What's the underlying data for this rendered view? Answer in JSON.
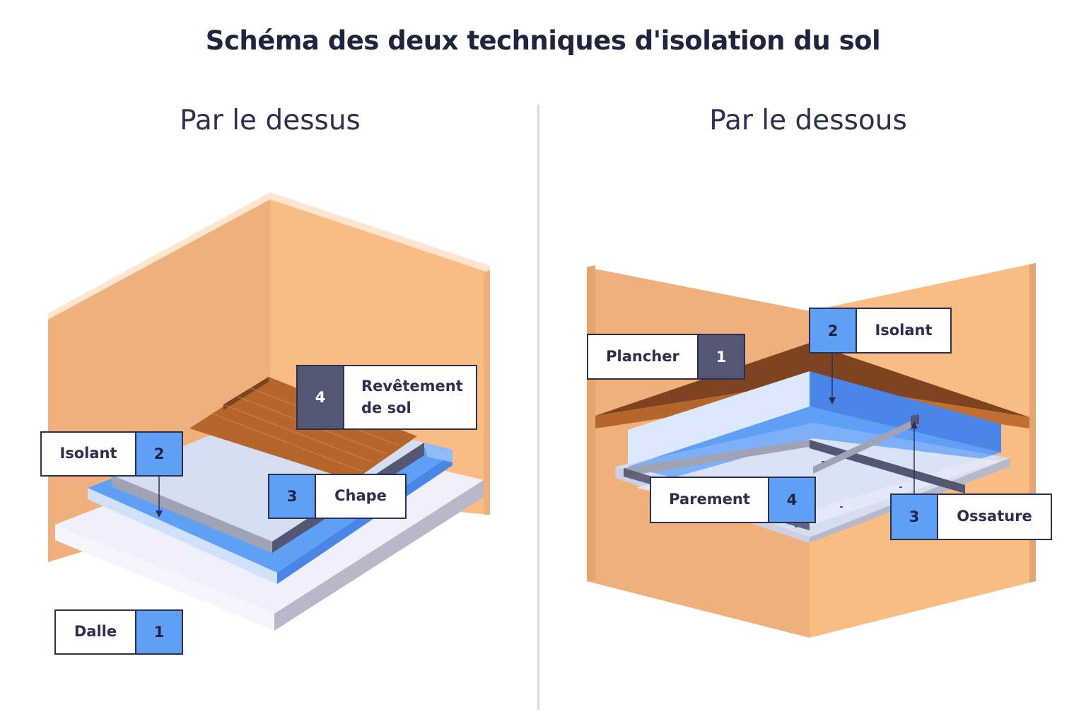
{
  "title": "Schéma des deux techniques d'isolation du sol",
  "panels": {
    "left": {
      "title": "Par le dessus",
      "labels": [
        {
          "num": "1",
          "text": "Dalle"
        },
        {
          "num": "2",
          "text": "Isolant"
        },
        {
          "num": "3",
          "text": "Chape"
        },
        {
          "num": "4",
          "text": "Revêtement de sol"
        }
      ]
    },
    "right": {
      "title": "Par le dessous",
      "labels": [
        {
          "num": "1",
          "text": "Plancher"
        },
        {
          "num": "2",
          "text": "Isolant"
        },
        {
          "num": "3",
          "text": "Ossature"
        },
        {
          "num": "4",
          "text": "Parement"
        }
      ]
    }
  },
  "colors": {
    "wall": "#f9bd84",
    "wall_shade": "#efb07b",
    "insulation": "#5fa0f7",
    "wood": "#b5672b",
    "slab": "#eef0fb",
    "label_border": "#2b3050",
    "dark_box": "#545774"
  }
}
